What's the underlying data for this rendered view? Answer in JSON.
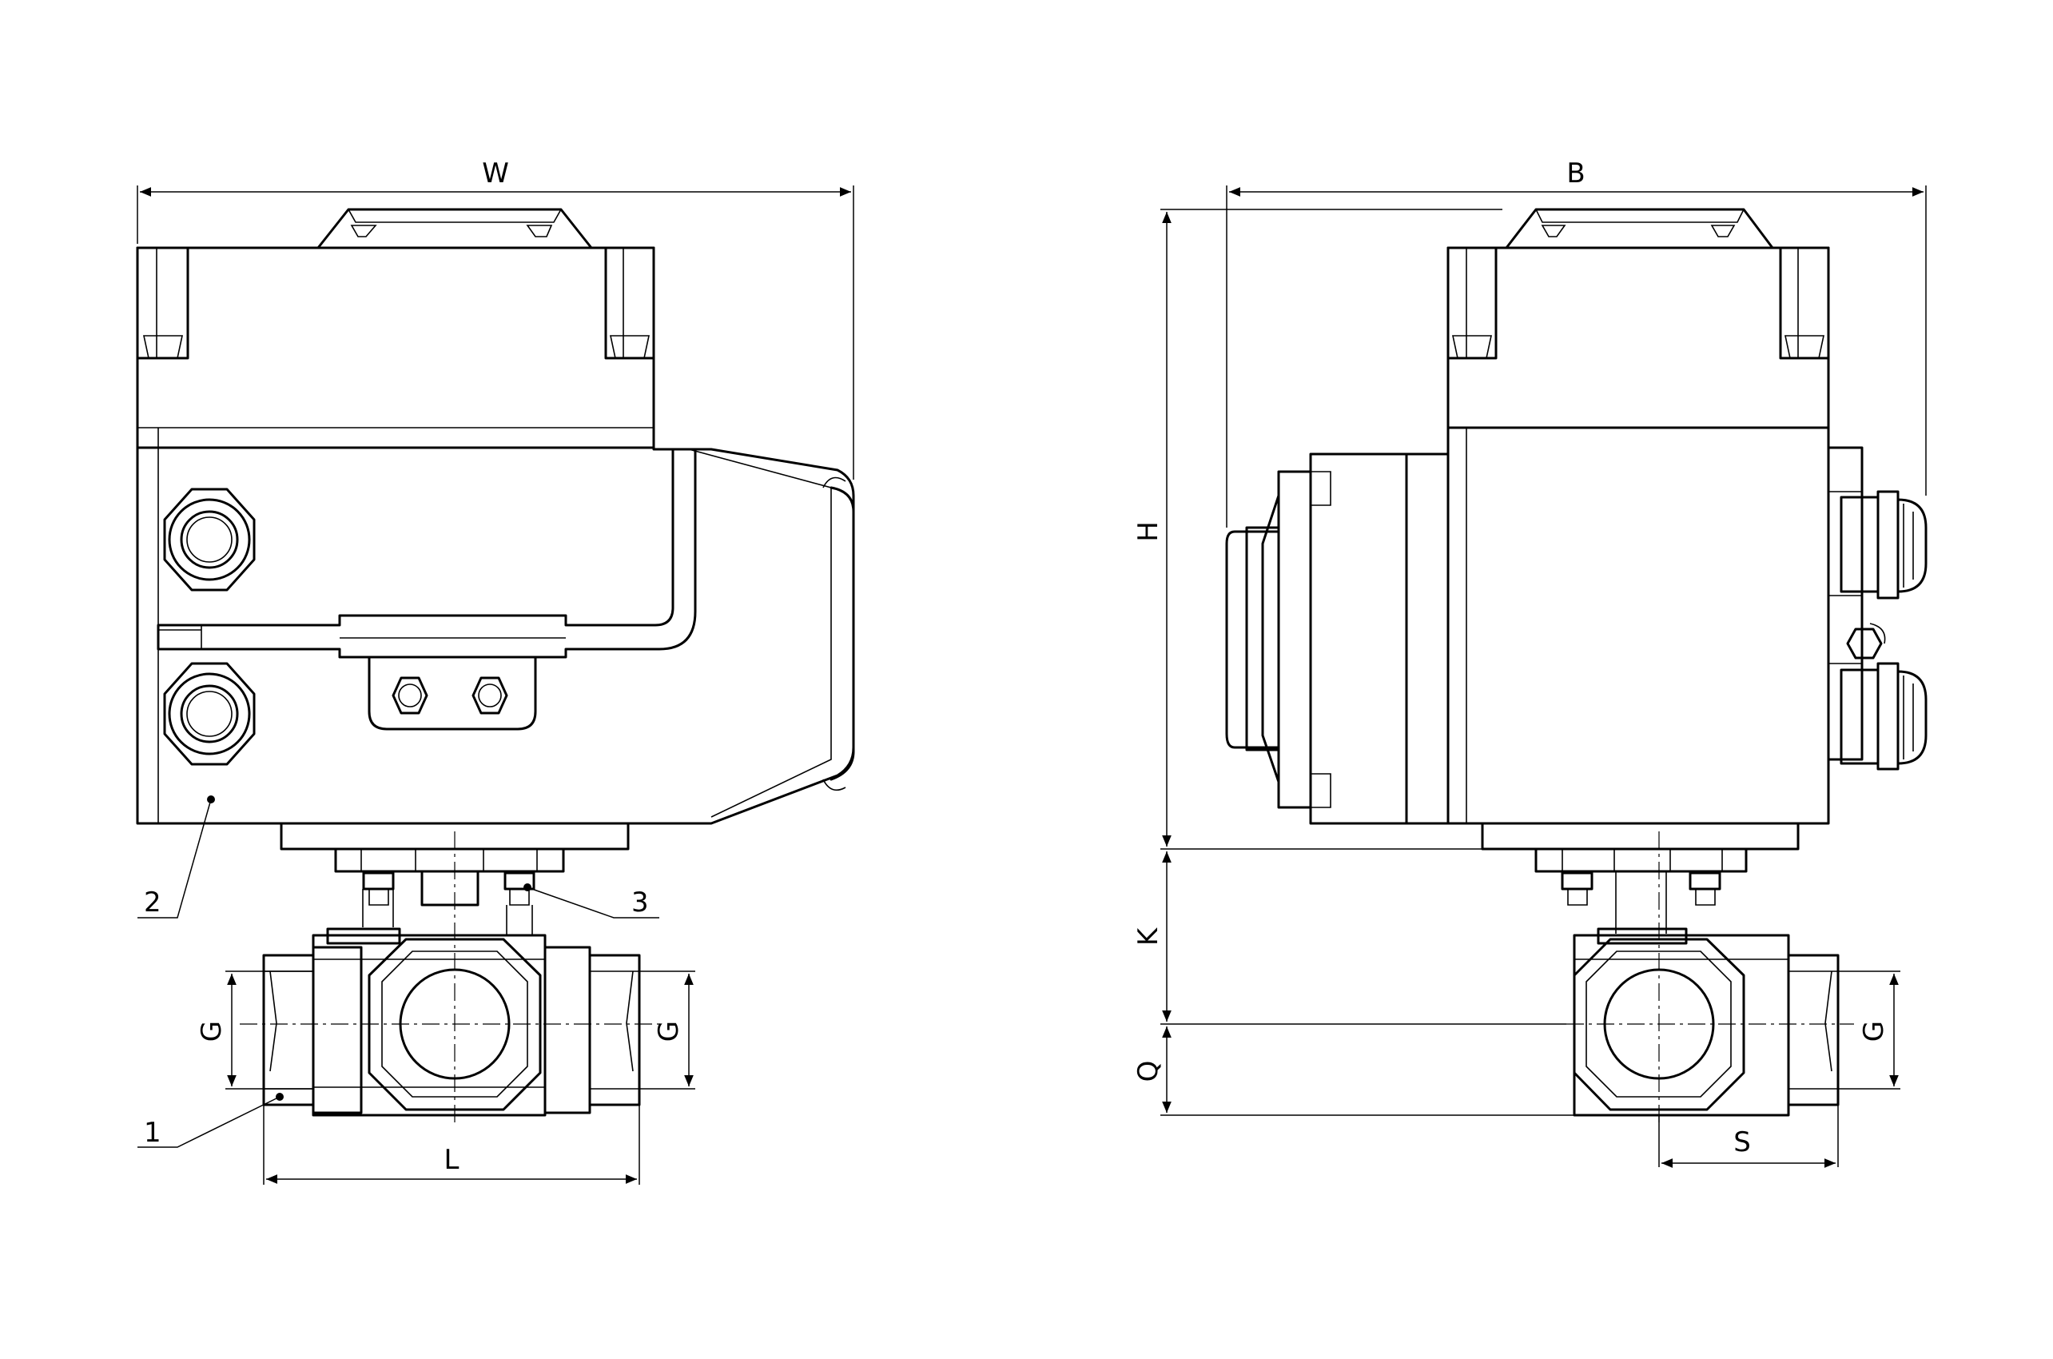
{
  "dimensions": {
    "width": "W",
    "depth": "B",
    "height": "H",
    "k": "K",
    "q": "Q",
    "length": "L",
    "thread_left_1": "G",
    "thread_left_2": "G",
    "thread_right": "G",
    "s": "S"
  },
  "callouts": {
    "c1": "1",
    "c2": "2",
    "c3": "3"
  }
}
